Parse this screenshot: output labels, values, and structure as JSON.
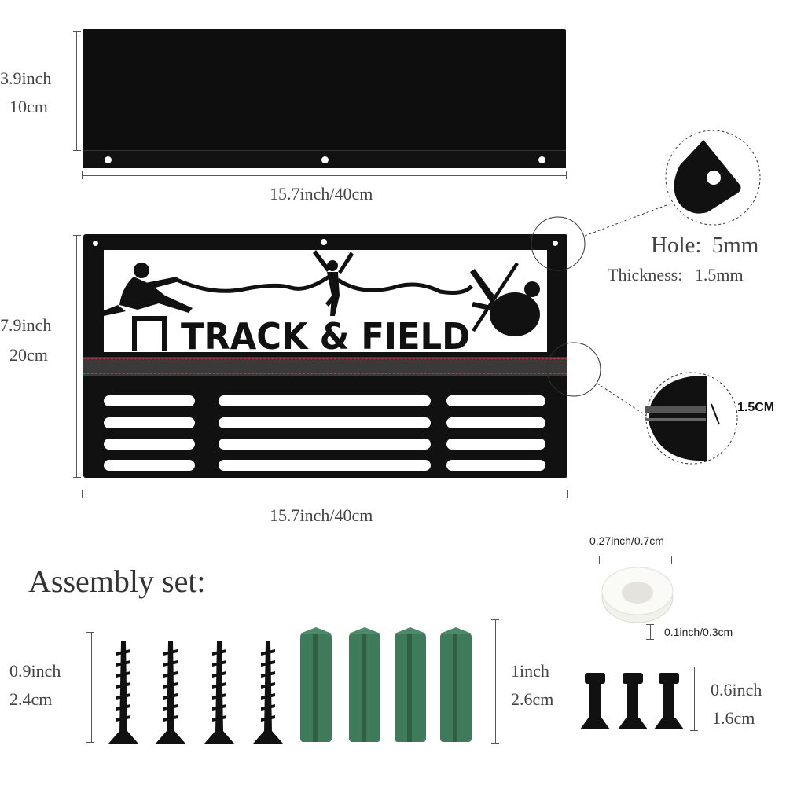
{
  "shelf": {
    "height_inch": "3.9inch",
    "height_cm": "10cm",
    "width_label": "15.7inch/40cm"
  },
  "hanger": {
    "title": "TRACK & FIELD",
    "height_inch": "7.9inch",
    "height_cm": "20cm",
    "width_label": "15.7inch/40cm"
  },
  "detail": {
    "hole_label": "Hole:",
    "hole_value": "5mm",
    "thickness_label": "Thickness:",
    "thickness_value": "1.5mm",
    "edge_label": "1.5CM"
  },
  "assembly": {
    "heading": "Assembly set:",
    "screw_inch": "0.9inch",
    "screw_cm": "2.4cm",
    "anchor_inch": "1inch",
    "anchor_cm": "2.6cm",
    "washer_width": "0.27inch/0.7cm",
    "washer_thickness": "0.1inch/0.3cm",
    "bolt_inch": "0.6inch",
    "bolt_cm": "1.6cm"
  },
  "colors": {
    "metal": "#111111",
    "strip": "#3a3a3a",
    "stitch": "#bb3333",
    "anchor_green": "#3f7a5a",
    "washer": "#f2f2ec"
  }
}
